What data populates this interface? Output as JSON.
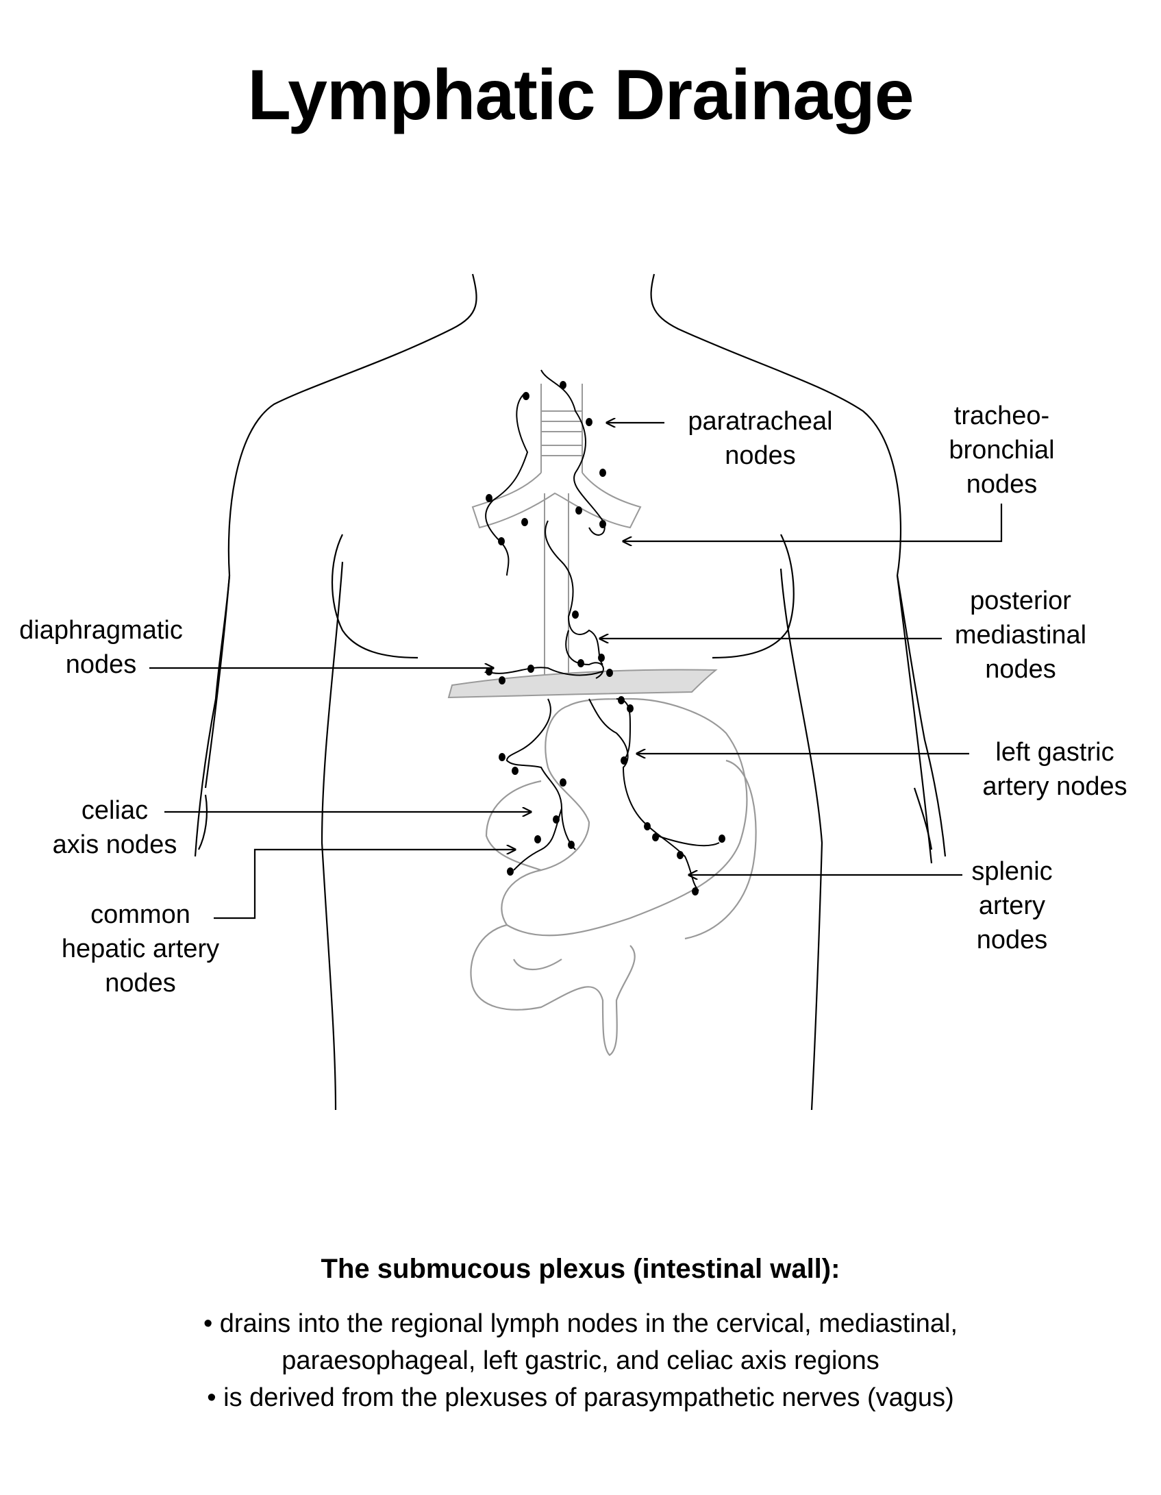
{
  "title": "Lymphatic Drainage",
  "labels": {
    "paratracheal": [
      "paratracheal",
      "nodes"
    ],
    "tracheobronchial": [
      "tracheo-",
      "bronchial",
      "nodes"
    ],
    "posterior_mediastinal": [
      "posterior",
      "mediastinal",
      "nodes"
    ],
    "diaphragmatic": [
      "diaphragmatic",
      "nodes"
    ],
    "left_gastric": [
      "left gastric",
      "artery nodes"
    ],
    "celiac": [
      "celiac",
      "axis nodes"
    ],
    "splenic": [
      "splenic",
      "artery",
      "nodes"
    ],
    "common_hepatic": [
      "common",
      "hepatic artery",
      "nodes"
    ]
  },
  "caption": {
    "heading": "The submucous plexus (intestinal wall):",
    "lines": [
      "• drains into the regional lymph nodes in the cervical, mediastinal,",
      "paraesophageal, left gastric, and celiac axis regions",
      "• is derived from the plexuses of parasympathetic nerves (vagus)"
    ]
  }
}
